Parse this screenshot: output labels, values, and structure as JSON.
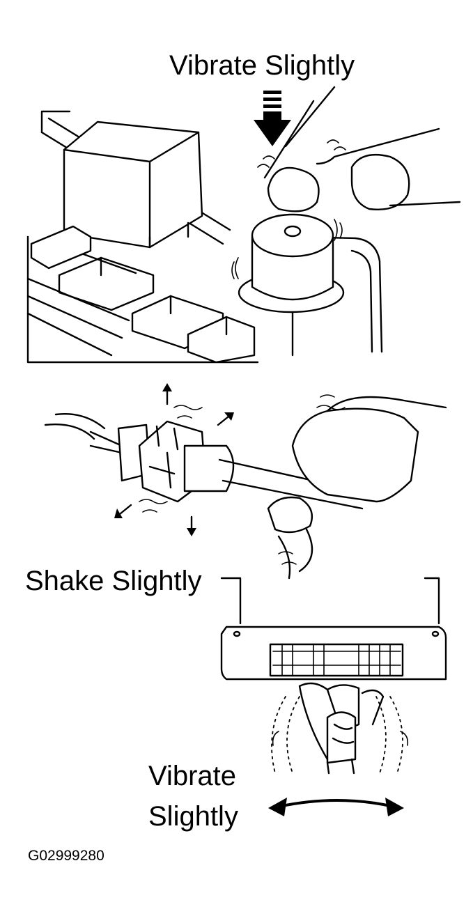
{
  "labels": {
    "top": "Vibrate Slightly",
    "middle": "Shake Slightly",
    "bottom_line1": "Vibrate",
    "bottom_line2": "Slightly",
    "figure_code": "G02999280"
  },
  "icons": [
    "down-arrow-icon",
    "move-arrow-icon",
    "double-headed-arrow-icon"
  ],
  "colors": {
    "ink": "#000000",
    "paper": "#ffffff"
  }
}
